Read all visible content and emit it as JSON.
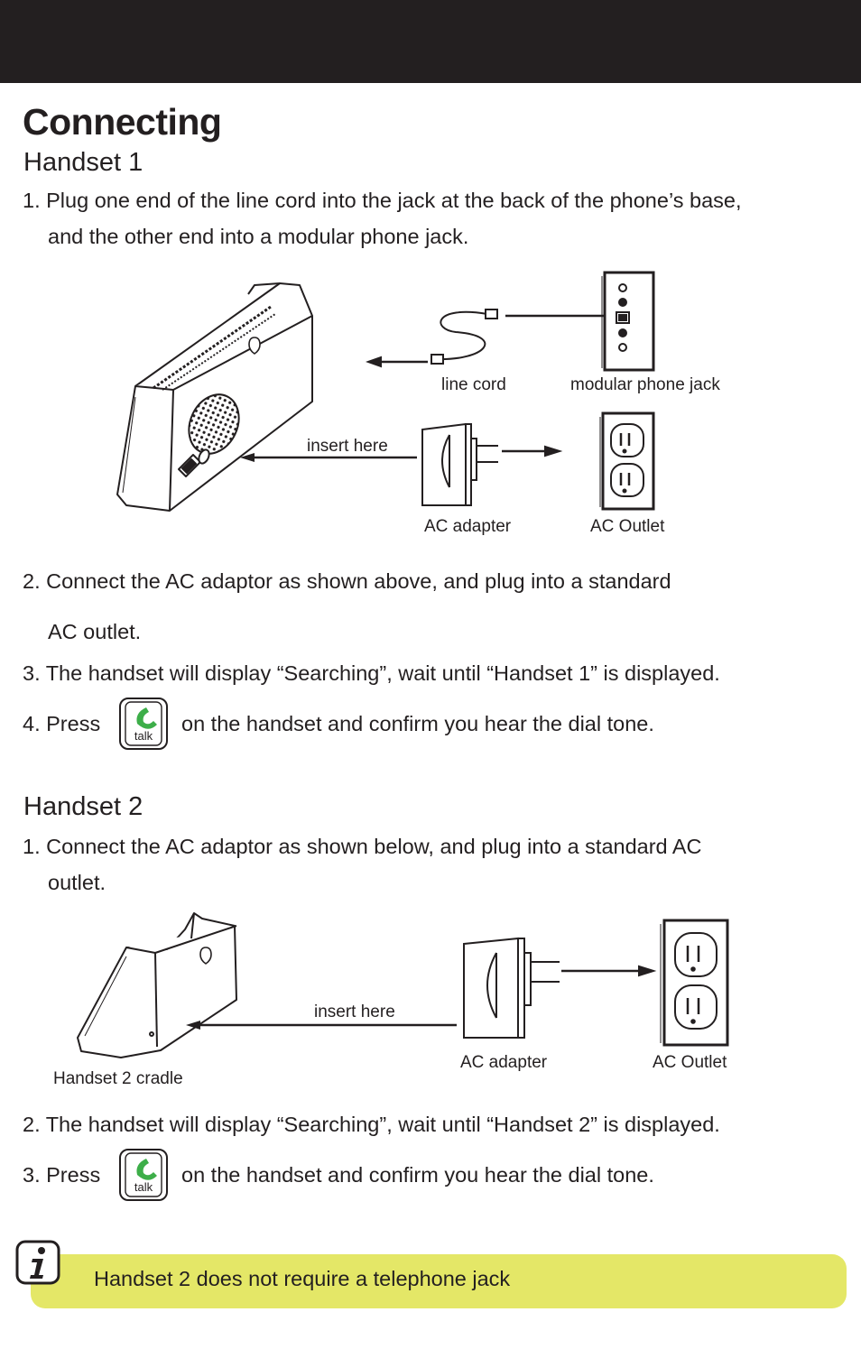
{
  "page": {
    "title": "Connecting"
  },
  "handset1": {
    "heading": "Handset 1",
    "step1_line1": "1. Plug one end of the line cord into the jack at the back of the phone’s base,",
    "step1_line2": "and the other end into a modular phone jack.",
    "diagram": {
      "line_cord": "line cord",
      "modular_phone_jack": "modular phone jack",
      "insert_here": "insert here",
      "ac_adapter": "AC adapter",
      "ac_outlet": "AC Outlet"
    },
    "step2_line1": "2. Connect the AC adaptor as shown above, and plug into a standard",
    "step2_line2": "AC outlet.",
    "step3": "3. The handset will display “Searching”, wait until “Handset 1” is displayed.",
    "step4_prefix": "4. Press",
    "step4_suffix": "on the handset and confirm you hear the dial tone."
  },
  "handset2": {
    "heading": "Handset 2",
    "step1_line1": "1. Connect the AC adaptor as shown below, and plug into a standard AC",
    "step1_line2": "outlet.",
    "diagram": {
      "insert_here": "insert here",
      "ac_adapter": "AC adapter",
      "ac_outlet": "AC Outlet",
      "cradle": "Handset 2 cradle"
    },
    "step2": "2. The handset will display “Searching”, wait until “Handset 2” is displayed.",
    "step3_prefix": "3. Press",
    "step3_suffix": "on the handset and confirm you hear the dial tone."
  },
  "talk_button": {
    "label": "talk",
    "icon": "phone-handset-icon",
    "accent_color": "#3dae49"
  },
  "note": {
    "text": "Handset 2 does not require a telephone jack",
    "background_color": "#e4e767"
  }
}
